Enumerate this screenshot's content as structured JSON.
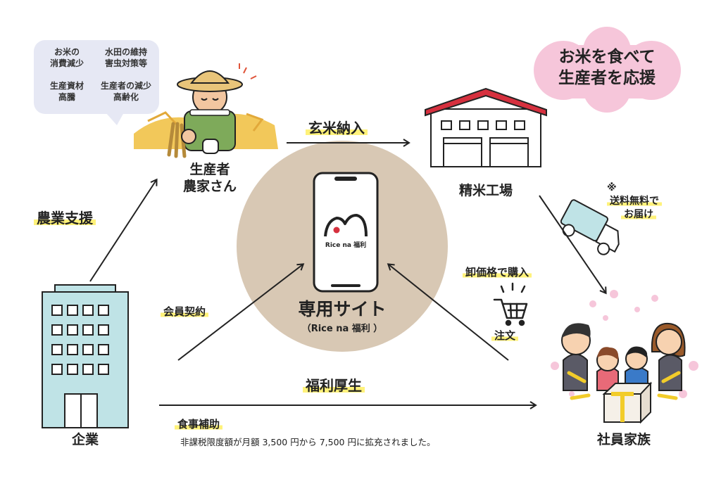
{
  "producer_concerns": [
    [
      "お米の",
      "消費減少"
    ],
    [
      "水田の維持",
      "害虫対策等"
    ],
    [
      "生産資材",
      "高騰"
    ],
    [
      "生産者の減少",
      "高齢化"
    ]
  ],
  "slogan": [
    "お米を食べて",
    "生産者を応援"
  ],
  "nodes": {
    "producer": [
      "生産者",
      "農家さん"
    ],
    "mill": "精米工場",
    "company": "企業",
    "family": "社員家族"
  },
  "edges": {
    "brown_rice": "玄米納入",
    "agri_support": "農業支援",
    "membership": "会員契約",
    "wholesale": "卸価格で購入",
    "order": "注文",
    "shipping_mark": "※",
    "shipping": [
      "送料無料で",
      "お届け"
    ],
    "welfare": "福利厚生",
    "meal_aid": "食事補助",
    "meal_note": "非課税限度額が月額 3,500 円から 7,500 円に拡充されました。"
  },
  "center": {
    "title": "専用サイト",
    "subtitle": "（Rice na 福利 ）",
    "app_logo_text": "Rice na 福利"
  },
  "colors": {
    "circle": "#d8c8b4",
    "highlight": "#fff27a",
    "pink": "#f6c6da",
    "building": "#bfe3e6",
    "roof": "#d6303e"
  }
}
